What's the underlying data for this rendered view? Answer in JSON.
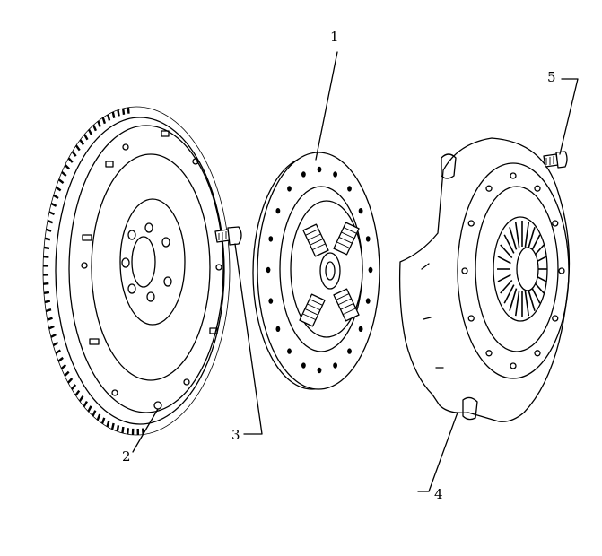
{
  "diagram": {
    "callouts": [
      {
        "id": "clutch-disc",
        "label": "1"
      },
      {
        "id": "flywheel",
        "label": "2"
      },
      {
        "id": "flywheel-bolt",
        "label": "3"
      },
      {
        "id": "pressure-plate",
        "label": "4"
      },
      {
        "id": "cover-bolt",
        "label": "5"
      }
    ]
  }
}
